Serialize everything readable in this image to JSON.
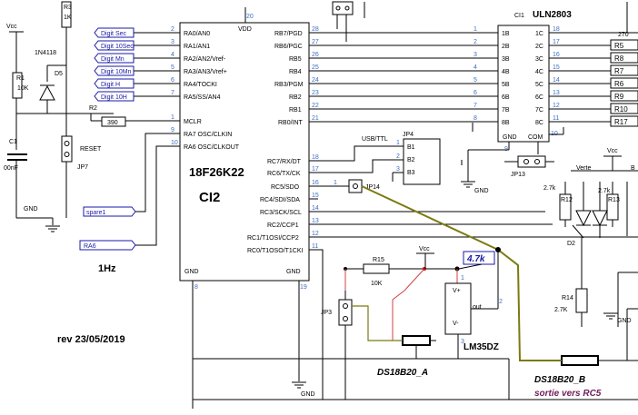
{
  "mcu": {
    "name": "18F26K22",
    "ref": "CI2",
    "vdd": "VDD",
    "vdd_pin": "20",
    "gnd_left": "GND",
    "gnd_right": "GND",
    "gnd_left_pin": "8",
    "gnd_right_pin": "19"
  },
  "left_pins": [
    {
      "num": "2",
      "name": "RA0/AN0",
      "net": "Digit Sec"
    },
    {
      "num": "3",
      "name": "RA1/AN1",
      "net": "Digit 10Sec"
    },
    {
      "num": "4",
      "name": "RA2/AN2/Vref-",
      "net": "Digit Mn"
    },
    {
      "num": "5",
      "name": "RA3/AN3/Vref+",
      "net": "Digit 10Mn"
    },
    {
      "num": "6",
      "name": "RA4/TOCKI",
      "net": "Digit H"
    },
    {
      "num": "7",
      "name": "RA5/SS/AN4",
      "net": "Digit 10H"
    },
    {
      "num": "1",
      "name": "MCLR",
      "net": ""
    },
    {
      "num": "9",
      "name": "RA7 OSC/CLKIN",
      "net": "spare1"
    },
    {
      "num": "10",
      "name": "RA6 OSC/CLKOUT",
      "net": "RA6"
    }
  ],
  "right_pins": [
    {
      "num": "28",
      "name": "RB7/PGD"
    },
    {
      "num": "27",
      "name": "RB6/PGC"
    },
    {
      "num": "26",
      "name": "RB5"
    },
    {
      "num": "25",
      "name": "RB4"
    },
    {
      "num": "24",
      "name": "RB3/PGM"
    },
    {
      "num": "23",
      "name": "RB2"
    },
    {
      "num": "22",
      "name": "RB1"
    },
    {
      "num": "21",
      "name": "RB0/INT"
    },
    {
      "num": "18",
      "name": "RC7/RX/DT"
    },
    {
      "num": "17",
      "name": "RC6/TX/CK"
    },
    {
      "num": "16",
      "name": "RC5/SDO"
    },
    {
      "num": "15",
      "name": "RC4/SDI/SDA"
    },
    {
      "num": "14",
      "name": "RC3/SCK/SCL"
    },
    {
      "num": "13",
      "name": "RC2/CCP1"
    },
    {
      "num": "12",
      "name": "RC1/T1OSI/CCP2"
    },
    {
      "num": "11",
      "name": "RC0/T1OSO/T1CKI"
    }
  ],
  "uln": {
    "ref": "CI1",
    "name": "ULN2803",
    "inputs": [
      "1B",
      "2B",
      "3B",
      "4B",
      "5B",
      "6B",
      "7B",
      "8B"
    ],
    "outputs": [
      "1C",
      "2C",
      "3C",
      "4C",
      "5C",
      "6C",
      "7C",
      "8C"
    ],
    "in_pins": [
      "1",
      "2",
      "3",
      "4",
      "5",
      "6",
      "7",
      "8"
    ],
    "out_pins": [
      "18",
      "17",
      "16",
      "15",
      "14",
      "13",
      "12",
      "11"
    ],
    "gnd": "GND",
    "com": "COM",
    "gnd_pin": "9",
    "com_pin": "10"
  },
  "resistors_right": [
    "R5",
    "R8",
    "R7",
    "R6",
    "R9",
    "R10",
    "R17"
  ],
  "res_270": "270",
  "left_section": {
    "vcc": "Vcc",
    "r3": "R3",
    "r3_val": "1K",
    "r1": "R1",
    "r1_val": "10K",
    "diode_type": "1N4118",
    "d5": "D5",
    "r2": "R2",
    "r2_val": "390",
    "c1": "C1",
    "c1_val": "00nF",
    "reset": "RESET",
    "jp7": "JP7",
    "gnd": "GND",
    "freq": "1Hz",
    "rev": "rev 23/05/2019"
  },
  "jp4": {
    "title": "USB/TTL",
    "ref": "JP4",
    "pins": [
      "B1",
      "B2",
      "B3"
    ],
    "nums": [
      "1",
      "2",
      "3"
    ]
  },
  "jp14": "JP14",
  "jp14_pin": "1",
  "jp13": "JP13",
  "jp3": "JP3",
  "sensors": {
    "r15": "R15",
    "r15_val": "10K",
    "vcc": "Vcc",
    "res_47k": "4.7k",
    "lm35": "LM35DZ",
    "vplus": "V+",
    "vminus": "V-",
    "out": "out",
    "lm_pins": [
      "1",
      "2",
      "3"
    ],
    "ds_a": "DS18B20_A",
    "ds_b": "DS18B20_B",
    "ds_b_note": "sortie vers RC5",
    "gnd": "GND"
  },
  "leds": {
    "vcc": "Vcc",
    "verte": "Verte",
    "r12": "R12",
    "r13": "R13",
    "r12_val": "2.7k",
    "r13_val": "2.7k",
    "d2": "D2",
    "r14": "R14",
    "r14_val": "2.7K",
    "gnd": "GND",
    "b": "B"
  },
  "colors": {
    "wire": "#000000",
    "tag": "#1a1aa8",
    "highlight": "#7a7a10",
    "red": "#c00000",
    "pin_num": "#3a6fc4"
  }
}
